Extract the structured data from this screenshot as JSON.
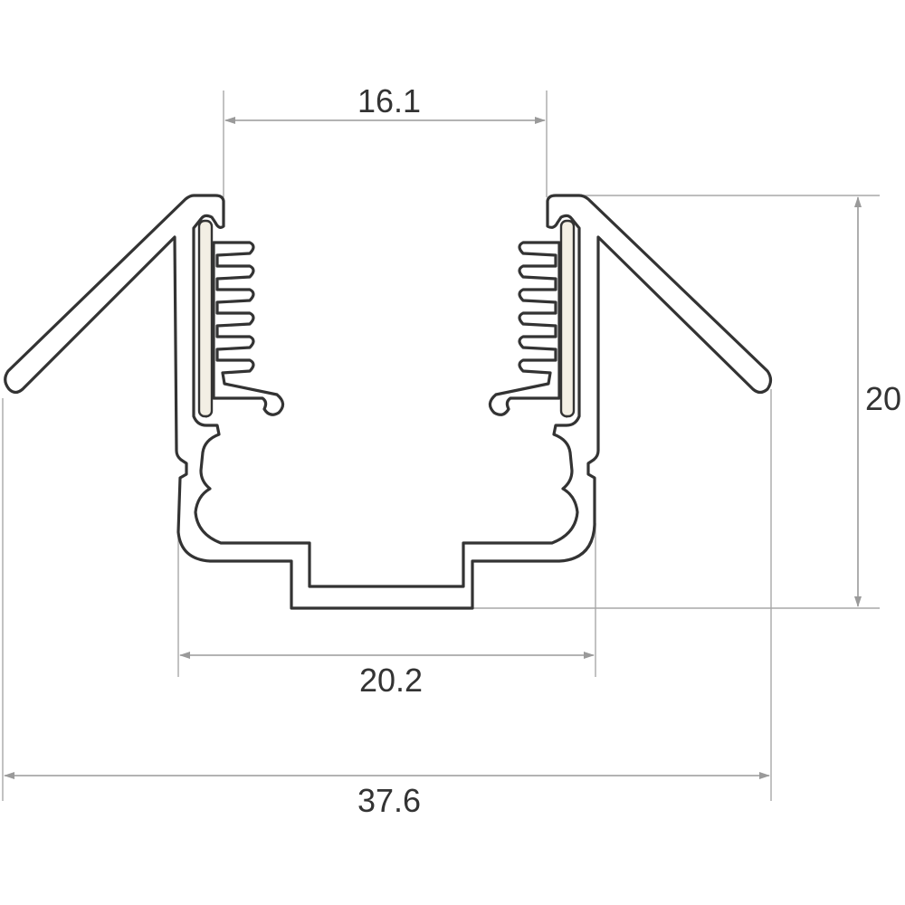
{
  "dimensions": {
    "top_opening": "16.1",
    "height": "20",
    "inner_width": "20.2",
    "overall_width": "37.6"
  },
  "colors": {
    "outline": "#333333",
    "dimension_line": "#9a9a9a",
    "led_strip": "#f3efe4",
    "background": "#ffffff"
  }
}
